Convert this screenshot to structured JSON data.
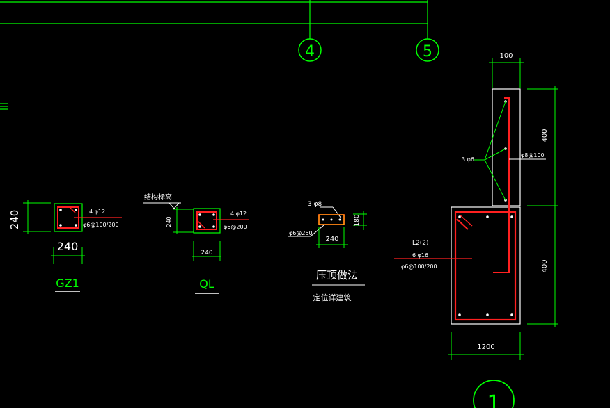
{
  "colors": {
    "background": "#000000",
    "dim_line": "#00ff00",
    "outline": "#ffffff",
    "rebar": "#ff2020",
    "text": "#ffffff",
    "bright_green": "#00ff00"
  },
  "axes": {
    "axis_4": "4",
    "axis_5": "5",
    "axis_1": "1"
  },
  "gz1": {
    "dim_vertical": "240",
    "dim_horizontal": "240",
    "main_bar": "4 φ12",
    "stirrup": "φ6@100/200",
    "label": "GZ1"
  },
  "ql": {
    "elevation_note": "结构标高",
    "dim_vertical": "240",
    "dim_horizontal": "240",
    "main_bar": "4 φ12",
    "stirrup": "φ6@200",
    "label": "QL"
  },
  "yading": {
    "top_bar": "3 φ8",
    "stirrup": "φ6@250",
    "dim_horizontal": "240",
    "dim_vertical": "180",
    "title": "压顶做法",
    "subtitle": "定位详建筑"
  },
  "l2": {
    "dim_top_width": "100",
    "dim_upper_height": "400",
    "dim_lower_height": "400",
    "dim_bottom_width": "1200",
    "upper_bars": "3 φ6",
    "upper_stirrup": "φ8@100",
    "beam_name": "L2(2)",
    "main_bar": "6 φ16",
    "stirrup": "φ6@100/200"
  }
}
